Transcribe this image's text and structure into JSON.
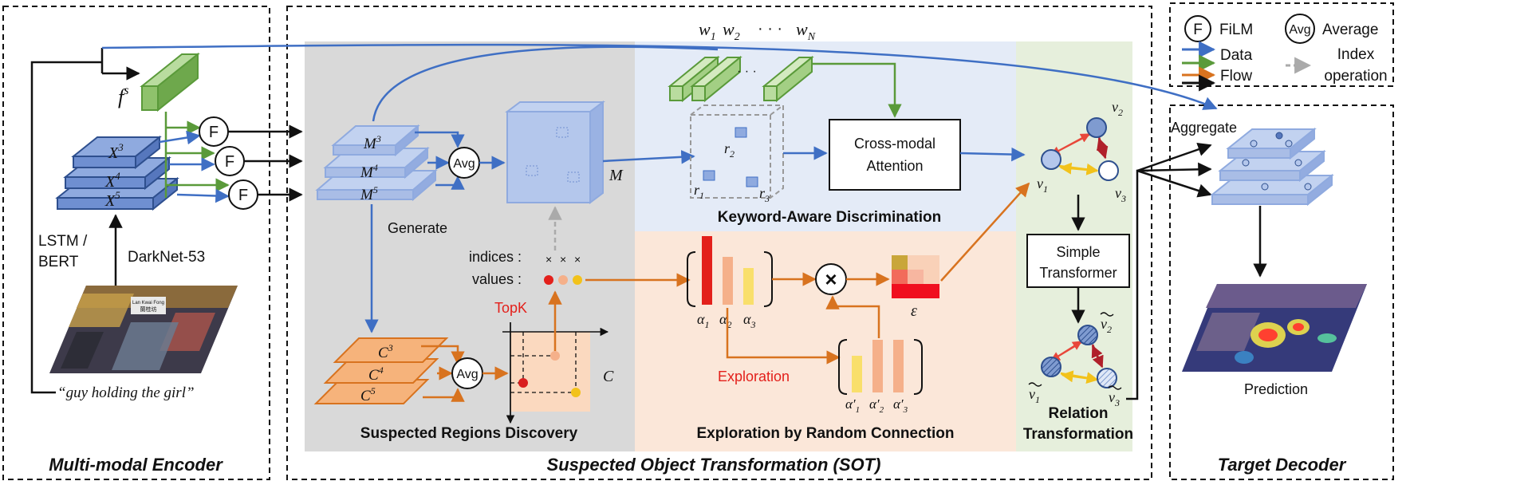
{
  "panels": {
    "encoder": "Multi-modal Encoder",
    "sot": "Suspected Object Transformation (SOT)",
    "decoder": "Target Decoder"
  },
  "legend": {
    "film_symbol": "F",
    "film_label": "FiLM",
    "avg_symbol": "Avg",
    "avg_label": "Average",
    "data_label": "Data",
    "flow_label": "Flow",
    "index_label_1": "Index",
    "index_label_2": "operation",
    "colors": {
      "blue": "#3f6fc4",
      "green": "#5a9a3a",
      "orange": "#d8731f",
      "black": "#111111",
      "gray": "#aaaaaa"
    }
  },
  "encoder": {
    "fs": "f",
    "fs_sup": "s",
    "x3": "X",
    "x3_sup": "3",
    "x4": "X",
    "x4_sup": "4",
    "x5": "X",
    "x5_sup": "5",
    "film": "F",
    "lstm_1": "LSTM /",
    "lstm_2": "BERT",
    "darknet": "DarkNet-53",
    "query": "“guy holding the girl”",
    "photo_sign_1": "Lan Kwai Fong",
    "photo_sign_2": "蘭桂坊"
  },
  "srd": {
    "m3": "M",
    "m3_sup": "3",
    "m4": "M",
    "m4_sup": "4",
    "m5": "M",
    "m5_sup": "5",
    "avg": "Avg",
    "m_label": "M",
    "generate": "Generate",
    "c3": "C",
    "c3_sup": "3",
    "c4": "C",
    "c4_sup": "4",
    "c5": "C",
    "c5_sup": "5",
    "avg2": "Avg",
    "c_label": "C",
    "indices": "indices :",
    "values": "values :",
    "index_mark": "×",
    "topk": "TopK",
    "title": "Suspected Regions Discovery"
  },
  "kad": {
    "w1": "w",
    "w1_sub": "1",
    "w2": "w",
    "w2_sub": "2",
    "wdots": "· · ·",
    "wN": "w",
    "wN_sub": "N",
    "dots": "· · ·",
    "r1": "r",
    "r1_sub": "1",
    "r2": "r",
    "r2_sub": "2",
    "r3": "r",
    "r3_sub": "3",
    "attn_1": "Cross-modal",
    "attn_2": "Attention",
    "title": "Keyword-Aware Discrimination"
  },
  "erc": {
    "a1": "α",
    "a1_sub": "1",
    "a2": "α",
    "a2_sub": "2",
    "a3": "α",
    "a3_sub": "3",
    "ap1": "α′",
    "ap1_sub": "1",
    "ap2": "α′",
    "ap2_sub": "2",
    "ap3": "α′",
    "ap3_sub": "3",
    "exploration": "Exploration",
    "epsilon": "ε",
    "times": "×",
    "title": "Exploration by Random Connection"
  },
  "rt": {
    "v1": "v",
    "v1_sub": "1",
    "v2": "v",
    "v2_sub": "2",
    "v3": "v",
    "v3_sub": "3",
    "simple_1": "Simple",
    "simple_2": "Transformer",
    "vt1": "v",
    "vt1_sub": "1",
    "vt2": "v",
    "vt2_sub": "2",
    "vt3": "v",
    "vt3_sub": "3",
    "title_1": "Relation",
    "title_2": "Transformation"
  },
  "decoder": {
    "aggregate": "Aggregate",
    "prediction": "Prediction"
  }
}
